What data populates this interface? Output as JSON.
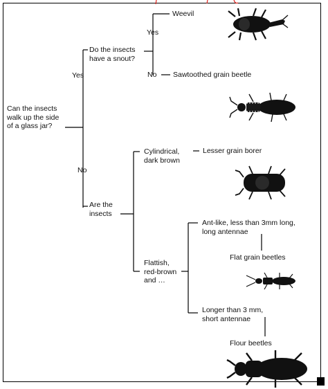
{
  "key": {
    "question_main": "Can the insects\nwalk up the side\nof a glass jar?",
    "answer_yes": "Yes",
    "answer_no": "No",
    "question_snout": "Do the insects\nhave a snout?",
    "snout_yes": "Yes",
    "snout_no": "No",
    "result_weevil": "Weevil",
    "result_sawtoothed": "Sawtoothed grain beetle",
    "question_shape": "Are the\ninsects",
    "option_cylindrical": "Cylindrical,\ndark brown",
    "result_lesser_borer": "Lesser grain borer",
    "option_flattish": "Flattish,\nred-brown\nand …",
    "option_antlike": "Ant-like, less than 3mm long,\nlong antennae",
    "result_flat_grain": "Flat grain beetles",
    "option_longer": "Longer than 3 mm,\nshort antennae",
    "result_flour": "Flour beetles"
  },
  "colors": {
    "lines": "#000000",
    "beetle": "#111111",
    "top_text": "#e0201a"
  },
  "icons": [
    "weevil-illustration",
    "sawtoothed-grain-beetle-illustration",
    "lesser-grain-borer-illustration",
    "flat-grain-beetle-illustration",
    "flour-beetle-illustration"
  ]
}
